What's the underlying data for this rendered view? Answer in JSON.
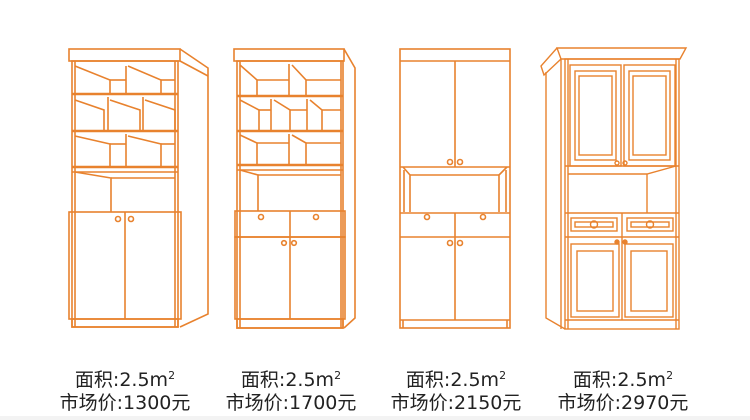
{
  "accent_color": "#e8822e",
  "items": [
    {
      "name": "bookcase-open-shelves",
      "area_label": "面积:2.5m",
      "area_sup": "2",
      "price_label": "市场价:1300元",
      "price": 1300,
      "area": 2.5
    },
    {
      "name": "bookcase-shelves-drawers",
      "area_label": "面积:2.5m",
      "area_sup": "2",
      "price_label": "市场价:1700元",
      "price": 1700,
      "area": 2.5
    },
    {
      "name": "cabinet-closed-doors",
      "area_label": "面积:2.5m",
      "area_sup": "2",
      "price_label": "市场价:2150元",
      "price": 2150,
      "area": 2.5
    },
    {
      "name": "cabinet-paneled-doors",
      "area_label": "面积:2.5m",
      "area_sup": "2",
      "price_label": "市场价:2970元",
      "price": 2970,
      "area": 2.5
    }
  ]
}
